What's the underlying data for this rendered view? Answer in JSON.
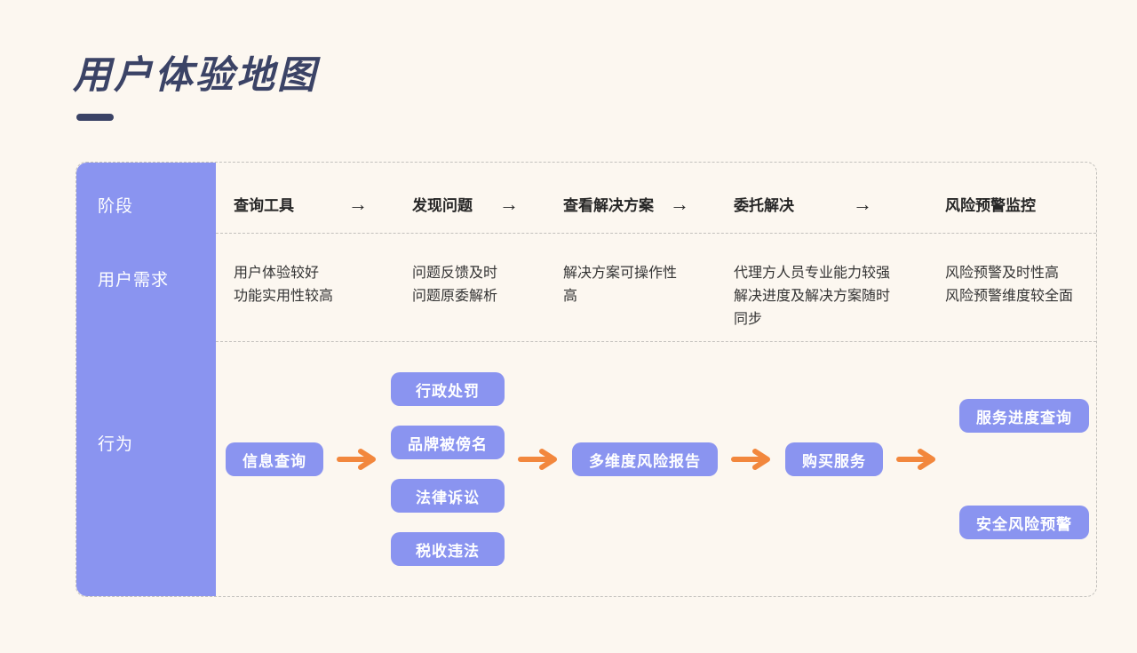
{
  "title": "用户体验地图",
  "row_labels": {
    "stage": "阶段",
    "needs": "用户需求",
    "behavior": "行为"
  },
  "stage_arrow": "→",
  "stages": [
    {
      "label": "查询工具",
      "need": "用户体验较好\n功能实用性较高"
    },
    {
      "label": "发现问题",
      "need": "问题反馈及时\n问题原委解析"
    },
    {
      "label": "查看解决方案",
      "need": "解决方案可操作性\n高"
    },
    {
      "label": "委托解决",
      "need": "代理方人员专业能力较强\n解决进度及解决方案随时\n同步"
    },
    {
      "label": "风险预警监控",
      "need": "风险预警及时性高\n风险预警维度较全面"
    }
  ],
  "flow": {
    "start": "信息查询",
    "problems": [
      "行政处罚",
      "品牌被傍名",
      "法律诉讼",
      "税收违法"
    ],
    "report": "多维度风险报告",
    "purchase": "购买服务",
    "monitors": [
      "服务进度查询",
      "安全风险预警"
    ]
  },
  "colors": {
    "background": "#FCF7F0",
    "purple": "#8A94F0",
    "orange": "#F2873D",
    "title_navy": "#3B4366",
    "text": "#333333",
    "dashed_border": "#C3C1BD"
  }
}
